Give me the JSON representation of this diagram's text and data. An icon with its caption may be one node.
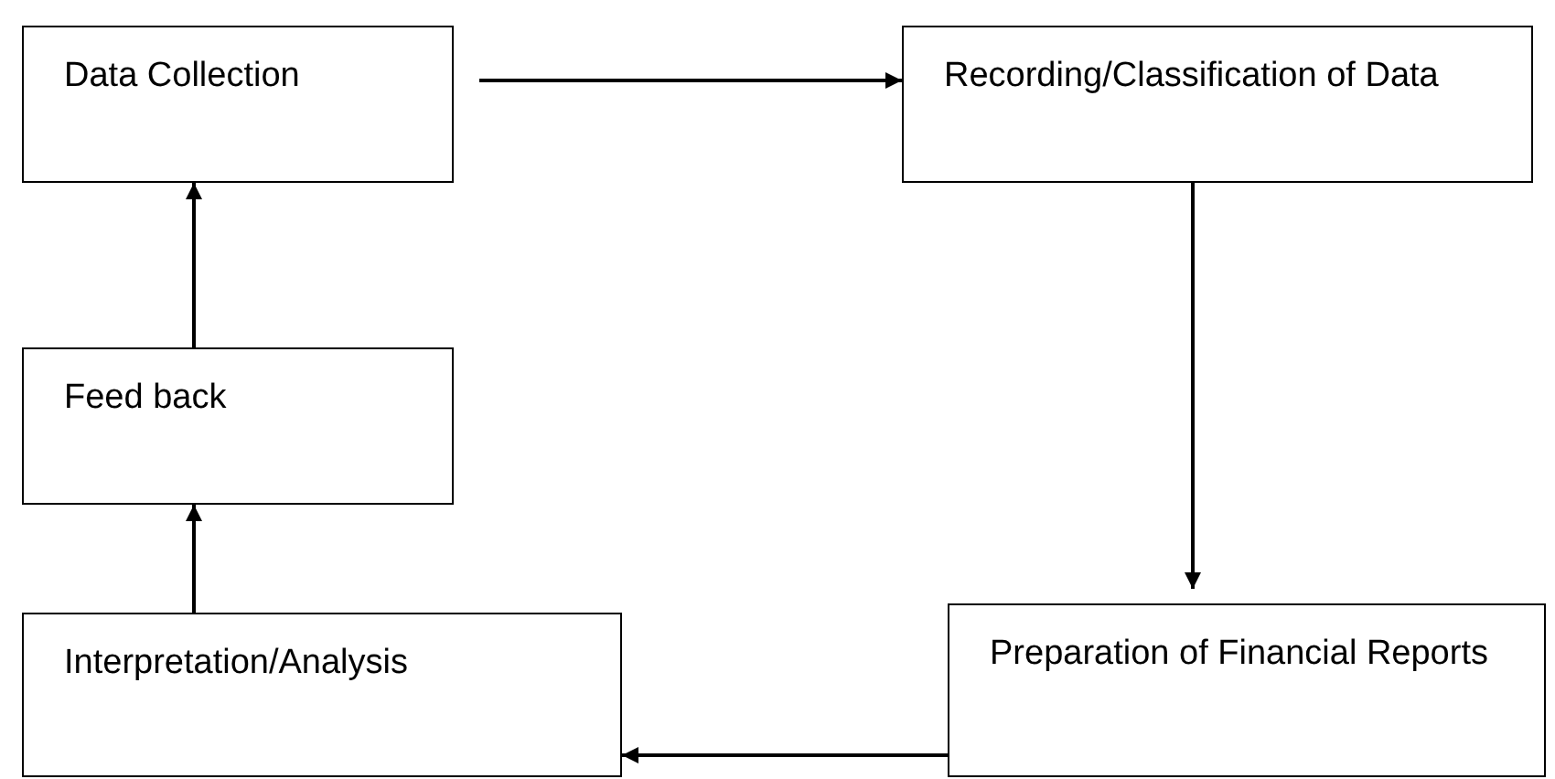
{
  "diagram": {
    "nodes": [
      {
        "text": [
          "Data Collection"
        ]
      },
      {
        "text": [
          "Recording/Classification of Data"
        ]
      },
      {
        "text": [
          "Feed back"
        ]
      },
      {
        "text": [
          "Interpretation/Analysis"
        ]
      },
      {
        "text": [
          "Preparation of Financial Reports"
        ]
      }
    ],
    "edges": [
      {
        "from": 0,
        "to": 1,
        "arrow": "to"
      },
      {
        "from": 1,
        "to": 4,
        "arrow": "to"
      },
      {
        "from": 4,
        "to": 3,
        "arrow": "to"
      },
      {
        "from": 3,
        "to": 2,
        "arrow": "to"
      },
      {
        "from": 2,
        "to": 0,
        "arrow": "to"
      }
    ]
  }
}
